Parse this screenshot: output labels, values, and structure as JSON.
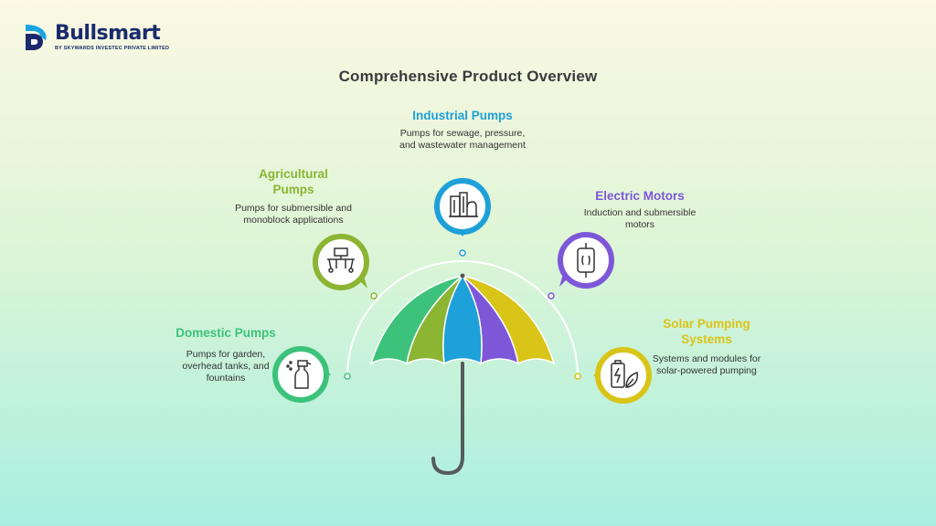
{
  "brand": {
    "name": "Bullsmart",
    "tagline": "BY SKYWARDS INVESTEC PRIVATE LIMITED",
    "primary_color": "#1a2a6c",
    "accent_color": "#1aa5e0"
  },
  "title": "Comprehensive Product Overview",
  "products": [
    {
      "heading": "Industrial Pumps",
      "description": "Pumps for sewage, pressure, and wastewater management",
      "color": "#1ea0d8",
      "icon": "factory-icon"
    },
    {
      "heading": "Agricultural Pumps",
      "description": "Pumps for submersible and monoblock applications",
      "color": "#8bb532",
      "icon": "seeder-icon"
    },
    {
      "heading": "Electric Motors",
      "description": "Induction and submersible motors",
      "color": "#7d57d8",
      "icon": "motor-icon"
    },
    {
      "heading": "Domestic Pumps",
      "description": "Pumps for garden, overhead tanks, and fountains",
      "color": "#3cc27a",
      "icon": "spray-bottle-icon"
    },
    {
      "heading": "Solar Pumping Systems",
      "description": "Systems and modules for solar-powered pumping",
      "color": "#d9c418",
      "icon": "solar-battery-icon"
    }
  ],
  "umbrella_colors": [
    "#3cc27a",
    "#8bb532",
    "#1ea0d8",
    "#7d57d8",
    "#d9c418"
  ]
}
